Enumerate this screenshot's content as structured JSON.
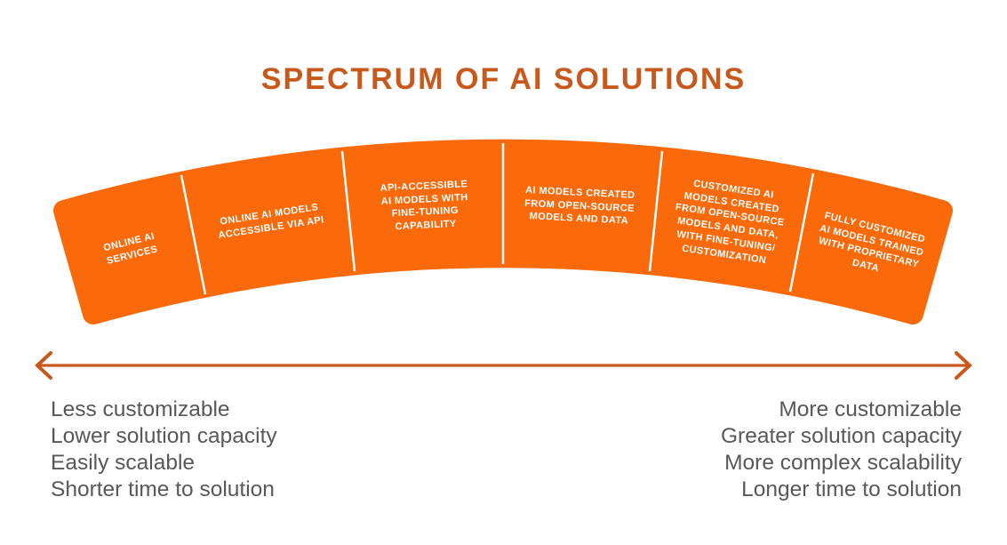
{
  "title": "SPECTRUM OF AI SOLUTIONS",
  "colors": {
    "background": "#ffffff",
    "band_orange": "#fa690a",
    "title_orange": "#c6591b",
    "arrow_orange": "#c6591b",
    "segment_text": "#ffffff",
    "divider_white": "#ffffff",
    "footnote_gray": "#58585a"
  },
  "spectrum_segments": [
    {
      "label": "ONLINE AI\nSERVICES"
    },
    {
      "label": "ONLINE AI MODELS\nACCESSIBLE VIA API"
    },
    {
      "label": "API-ACCESSIBLE\nAI MODELS WITH\nFINE-TUNING\nCAPABILITY"
    },
    {
      "label": "AI MODELS CREATED\nFROM OPEN-SOURCE\nMODELS AND DATA"
    },
    {
      "label": "CUSTOMIZED AI\nMODELS CREATED\nFROM OPEN-SOURCE\nMODELS AND DATA,\nWITH FINE-TUNING/\nCUSTOMIZATION"
    },
    {
      "label": "FULLY CUSTOMIZED\nAI MODELS TRAINED\nWITH PROPRIETARY\nDATA"
    }
  ],
  "axis": {
    "left": [
      "Less customizable",
      "Lower solution capacity",
      "Easily scalable",
      "Shorter time to solution"
    ],
    "right": [
      "More customizable",
      "Greater solution capacity",
      "More complex scalability",
      "Longer time to solution"
    ]
  }
}
